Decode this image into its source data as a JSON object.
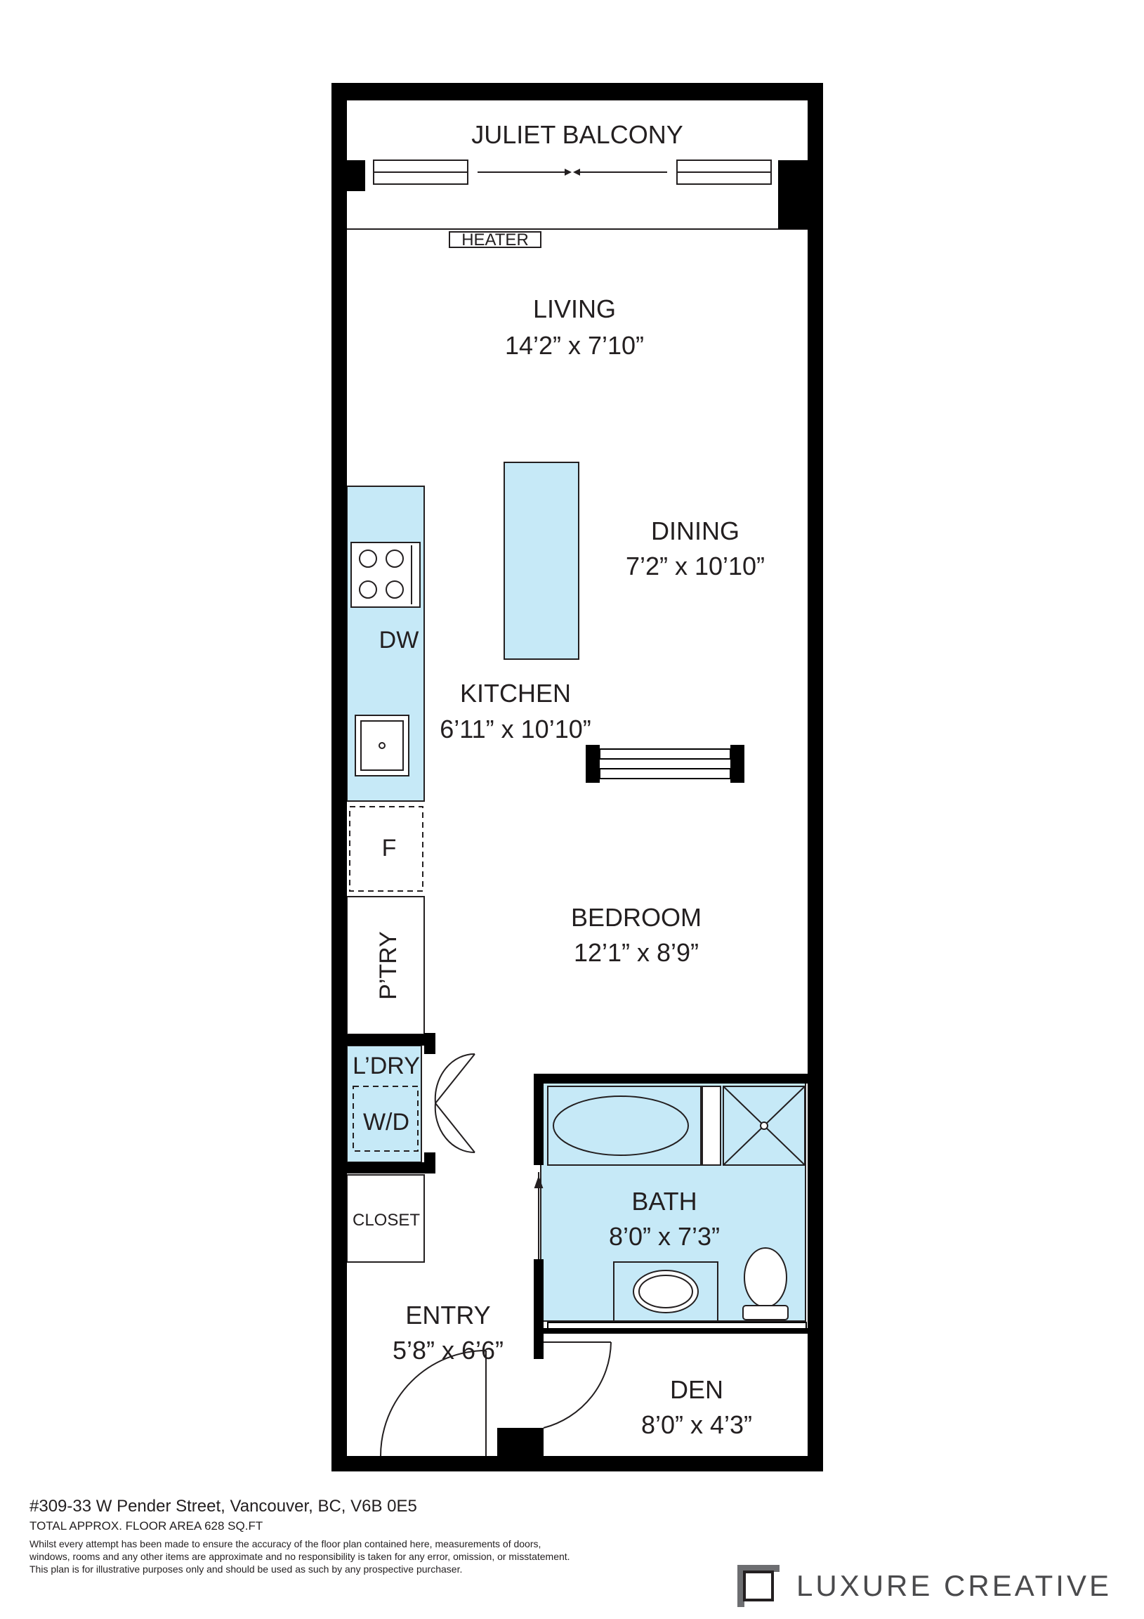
{
  "rooms": {
    "balcony": {
      "name": "JULIET BALCONY"
    },
    "heater": {
      "name": "HEATER"
    },
    "living": {
      "name": "LIVING",
      "dims": "14’2” x 7’10”"
    },
    "dining": {
      "name": "DINING",
      "dims": "7’2” x 10’10”"
    },
    "kitchen": {
      "name": "KITCHEN",
      "dims": "6’11” x 10’10”"
    },
    "dishwasher": {
      "name": "DW"
    },
    "fridge": {
      "name": "F"
    },
    "pantry": {
      "name": "P’TRY"
    },
    "bedroom": {
      "name": "BEDROOM",
      "dims": "12’1” x 8’9”"
    },
    "laundry": {
      "name": "L’DRY"
    },
    "washer_dryer": {
      "name": "W/D"
    },
    "closet": {
      "name": "CLOSET"
    },
    "bath": {
      "name": "BATH",
      "dims": "8’0” x 7’3”"
    },
    "entry": {
      "name": "ENTRY",
      "dims": "5’8” x 6’6”"
    },
    "den": {
      "name": "DEN",
      "dims": "8’0” x 4’3”"
    }
  },
  "footer": {
    "address": "#309-33 W Pender Street, Vancouver, BC, V6B 0E5",
    "area": "TOTAL APPROX. FLOOR AREA 628 SQ.FT",
    "disclaimer_1": "Whilst every attempt has been made to ensure the accuracy of the floor plan contained here, measurements of doors,",
    "disclaimer_2": "windows, rooms and any other items are approximate and no responsibility is taken for any error, omission, or misstatement.",
    "disclaimer_3": "This plan is for illustrative purposes only and should be used as such by any prospective purchaser."
  },
  "brand": {
    "name": "LUXURE CREATIVE",
    "logo_icon": "square-frame-logo-icon"
  },
  "colors": {
    "fixture_fill": "#c6e9f7",
    "wall": "#000000",
    "text": "#231f20"
  }
}
